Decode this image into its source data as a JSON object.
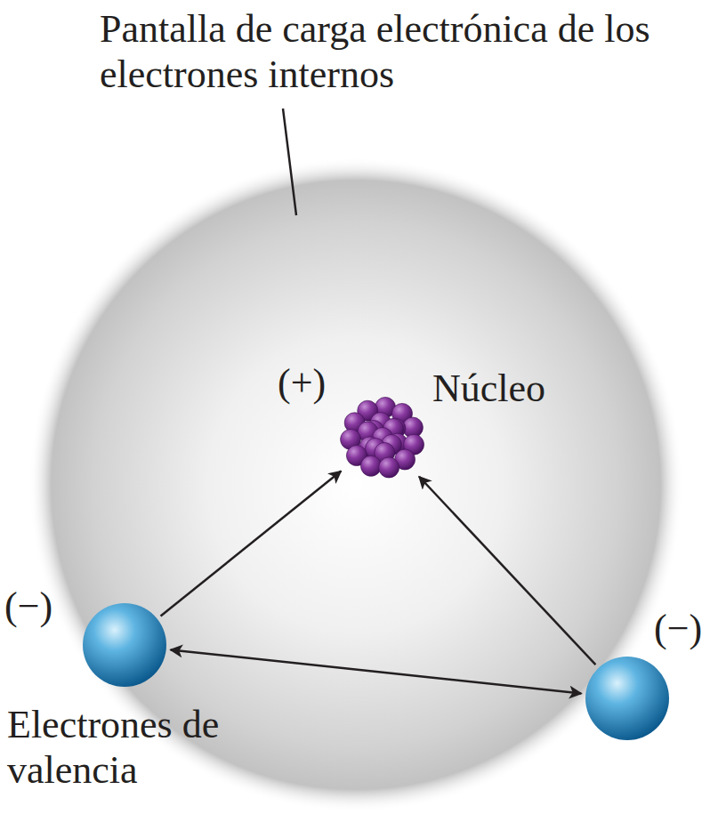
{
  "diagram": {
    "nodes": [
      {
        "text": [
          "(+)",
          "Núcleo"
        ]
      },
      {
        "text": [
          "(−)"
        ]
      },
      {
        "text": [
          "(−)"
        ]
      }
    ],
    "edges": [
      {
        "from": 1,
        "to": 0,
        "arrow": "to"
      },
      {
        "from": 2,
        "to": 0,
        "arrow": "to"
      },
      {
        "from": 1,
        "to": 2,
        "arrow": "both"
      }
    ],
    "labels": [
      "Pantalla de carga electrónica de los electrones internos",
      "Electrones de valencia"
    ]
  }
}
